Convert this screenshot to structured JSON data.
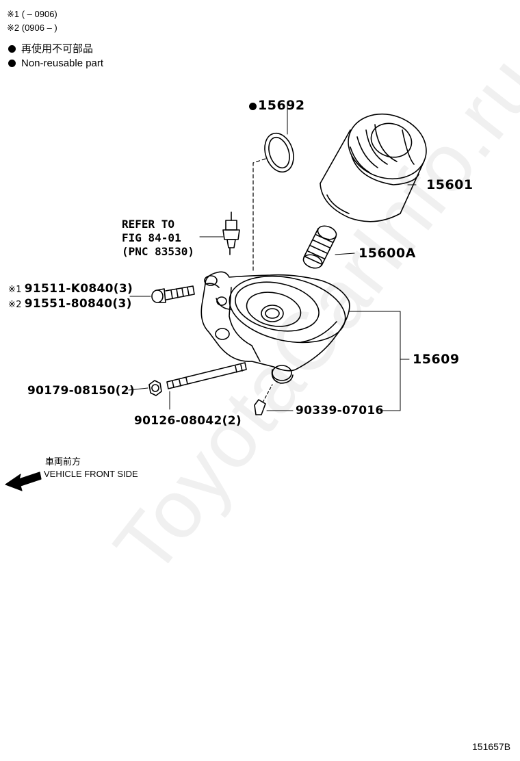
{
  "notes": {
    "note1": "※1 (         – 0906)",
    "note2": "※2 (0906 –         )"
  },
  "legend": {
    "jp": "再使用不可部品",
    "en": "Non-reusable part"
  },
  "refer": {
    "line1": "REFER TO",
    "line2": "FIG 84-01",
    "line3": "(PNC 83530)"
  },
  "parts": {
    "p15692": "15692",
    "p15601": "15601",
    "p15600A": "15600A",
    "p15609": "15609",
    "bolt1": "91511-K0840(3)",
    "bolt1_mark": "※1",
    "bolt2": "91551-80840(3)",
    "bolt2_mark": "※2",
    "nut": "90179-08150(2)",
    "stud": "90126-08042(2)",
    "plug": "90339-07016"
  },
  "direction": {
    "jp": "車両前方",
    "en": "VEHICLE FRONT SIDE"
  },
  "watermark": "ToyotaCarInfo.ru",
  "figure_id": "151657B"
}
